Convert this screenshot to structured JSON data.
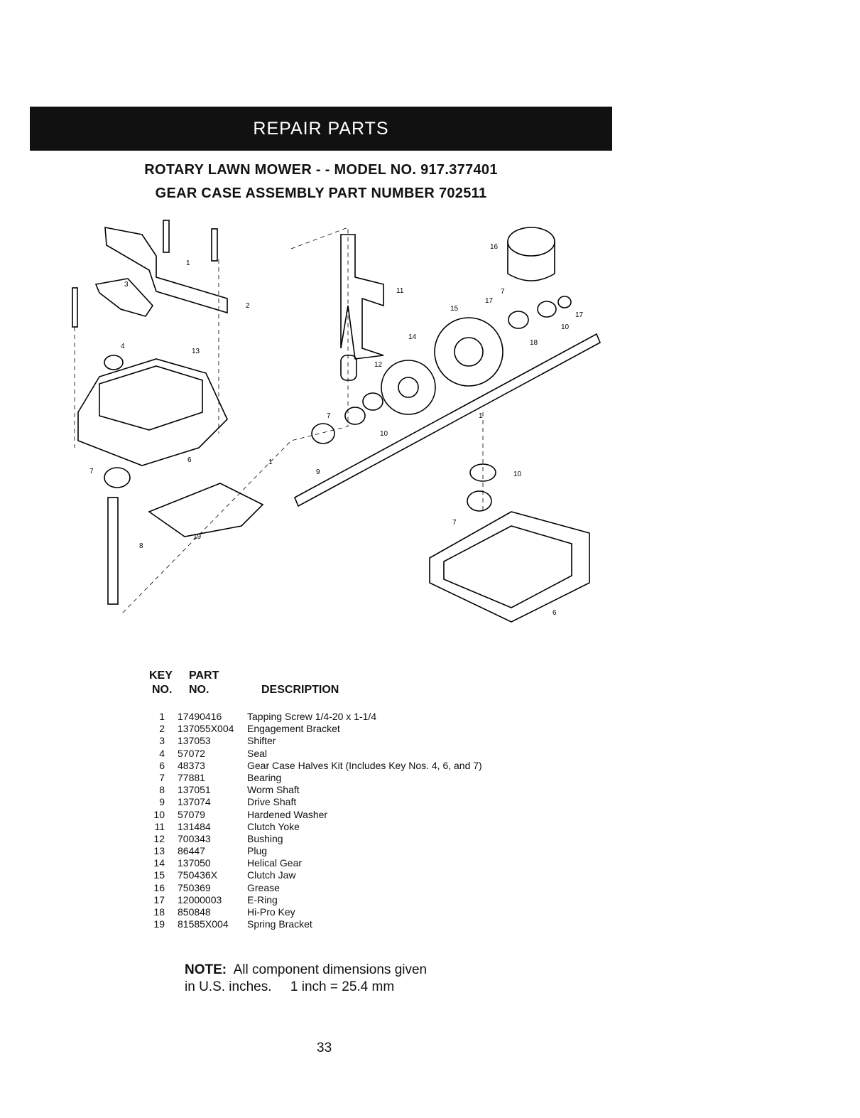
{
  "banner": {
    "label": "REPAIR PARTS"
  },
  "titles": {
    "line1": "ROTARY LAWN MOWER - - MODEL NO. 917.377401",
    "line2": "GEAR CASE ASSEMBLY PART NUMBER 702511"
  },
  "diagram": {
    "callouts": [
      "1",
      "2",
      "3",
      "4",
      "13",
      "7",
      "6",
      "8",
      "19",
      "1",
      "11",
      "12",
      "7",
      "10",
      "9",
      "14",
      "15",
      "16",
      "17",
      "7",
      "17",
      "10",
      "18",
      "1",
      "10",
      "7",
      "6"
    ]
  },
  "table": {
    "headers": {
      "key1": "KEY",
      "key2": "NO.",
      "part1": "PART",
      "part2": "NO.",
      "desc": "DESCRIPTION"
    },
    "rows": [
      {
        "key": "1",
        "part": "17490416",
        "desc": "Tapping Screw  1/4-20 x 1-1/4"
      },
      {
        "key": "2",
        "part": "137055X004",
        "desc": "Engagement Bracket"
      },
      {
        "key": "3",
        "part": "137053",
        "desc": "Shifter"
      },
      {
        "key": "4",
        "part": "57072",
        "desc": "Seal"
      },
      {
        "key": "6",
        "part": "48373",
        "desc": "Gear Case Halves Kit (Includes Key Nos. 4, 6, and 7)"
      },
      {
        "key": "7",
        "part": "77881",
        "desc": "Bearing"
      },
      {
        "key": "8",
        "part": "137051",
        "desc": "Worm Shaft"
      },
      {
        "key": "9",
        "part": "137074",
        "desc": "Drive Shaft"
      },
      {
        "key": "10",
        "part": "57079",
        "desc": "Hardened Washer"
      },
      {
        "key": "11",
        "part": "131484",
        "desc": "Clutch Yoke"
      },
      {
        "key": "12",
        "part": "700343",
        "desc": "Bushing"
      },
      {
        "key": "13",
        "part": "86447",
        "desc": "Plug"
      },
      {
        "key": "14",
        "part": "137050",
        "desc": "Helical Gear"
      },
      {
        "key": "15",
        "part": "750436X",
        "desc": "Clutch Jaw"
      },
      {
        "key": "16",
        "part": "750369",
        "desc": "Grease"
      },
      {
        "key": "17",
        "part": "12000003",
        "desc": "E-Ring"
      },
      {
        "key": "18",
        "part": "850848",
        "desc": "Hi-Pro Key"
      },
      {
        "key": "19",
        "part": "81585X004",
        "desc": "Spring Bracket"
      }
    ]
  },
  "note": {
    "label": "NOTE:",
    "line1": "All component dimensions given",
    "line2": "in U.S. inches.",
    "conversion": "1 inch = 25.4 mm"
  },
  "page_number": "33"
}
